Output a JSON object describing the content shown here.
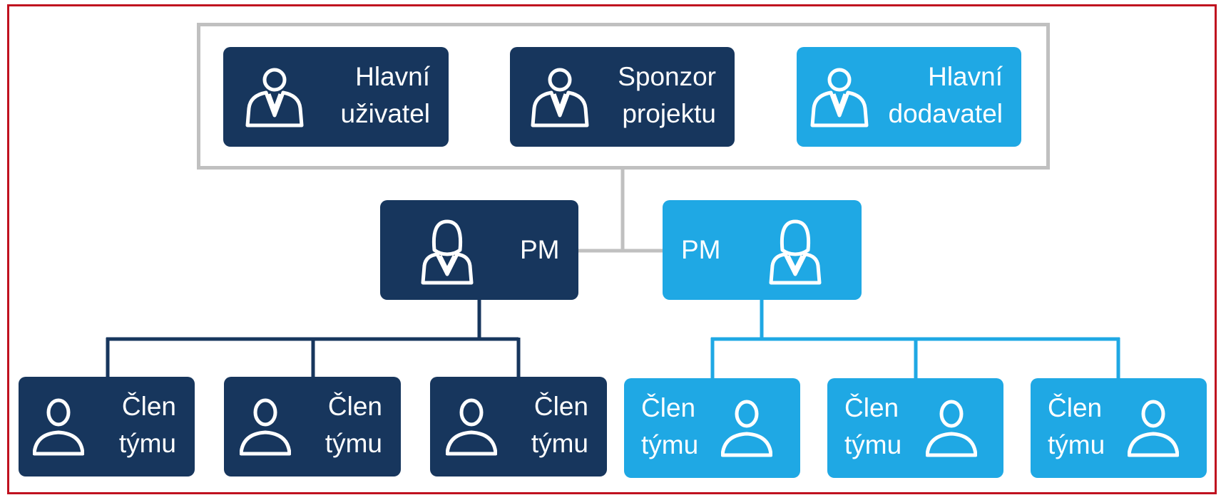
{
  "colors": {
    "dark": "#17365d",
    "light": "#1fa8e4",
    "frame": "#c0111f",
    "group_border": "#c0c0c0"
  },
  "top": [
    {
      "line1": "Hlavní",
      "line2": "uživatel",
      "icon": "man-icon"
    },
    {
      "line1": "Sponzor",
      "line2": "projektu",
      "icon": "man-icon"
    },
    {
      "line1": "Hlavní",
      "line2": "dodavatel",
      "icon": "man-icon"
    }
  ],
  "pm": [
    {
      "label": "PM",
      "icon": "woman-icon"
    },
    {
      "label": "PM",
      "icon": "woman-icon"
    }
  ],
  "members": [
    {
      "line1": "Člen",
      "line2": "týmu",
      "icon": "person-icon"
    },
    {
      "line1": "Člen",
      "line2": "týmu",
      "icon": "person-icon"
    },
    {
      "line1": "Člen",
      "line2": "týmu",
      "icon": "person-icon"
    },
    {
      "line1": "Člen",
      "line2": "týmu",
      "icon": "person-icon"
    },
    {
      "line1": "Člen",
      "line2": "týmu",
      "icon": "person-icon"
    },
    {
      "line1": "Člen",
      "line2": "týmu",
      "icon": "person-icon"
    }
  ]
}
